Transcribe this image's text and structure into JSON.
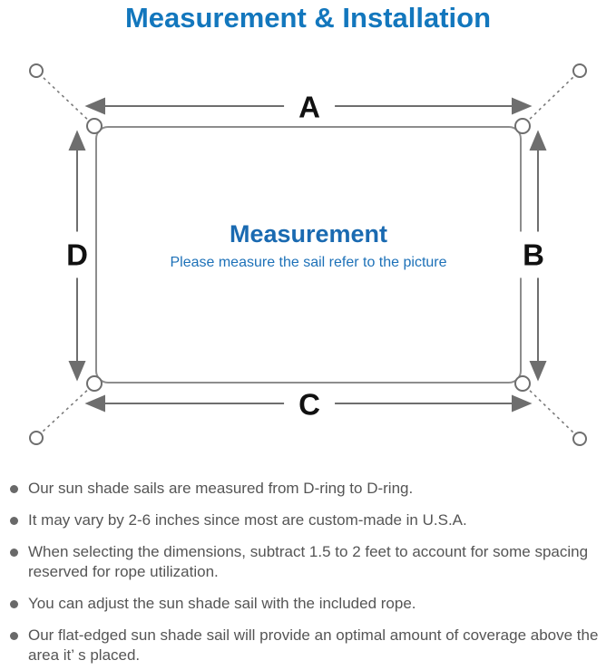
{
  "page": {
    "title": "Measurement & Installation"
  },
  "diagram": {
    "labels": {
      "top": "A",
      "right": "B",
      "bottom": "C",
      "left": "D"
    },
    "center": {
      "title": "Measurement",
      "subtitle": "Please measure the sail refer to the picture"
    },
    "icons": [
      "d-ring-icon",
      "anchor-point-icon",
      "dimension-arrow"
    ]
  },
  "notes": {
    "items": [
      {
        "text": "Our sun shade sails are measured from D-ring to D-ring."
      },
      {
        "text": "It may vary by 2-6 inches since most are custom-made in U.S.A."
      },
      {
        "text": "When selecting the dimensions, subtract 1.5 to 2 feet to account for some spacing reserved for rope utilization."
      },
      {
        "text": "You can adjust the sun shade sail with the included rope."
      },
      {
        "text": "Our flat-edged sun shade sail will provide an optimal amount of coverage above the area it’ s placed."
      }
    ]
  },
  "colors": {
    "title_blue": "#1377bd",
    "center_blue": "#1a6ab1",
    "line_gray": "#7a7a7a",
    "rect_gray": "#8d8d8d",
    "note_gray": "#555555",
    "label_black": "#111111"
  }
}
